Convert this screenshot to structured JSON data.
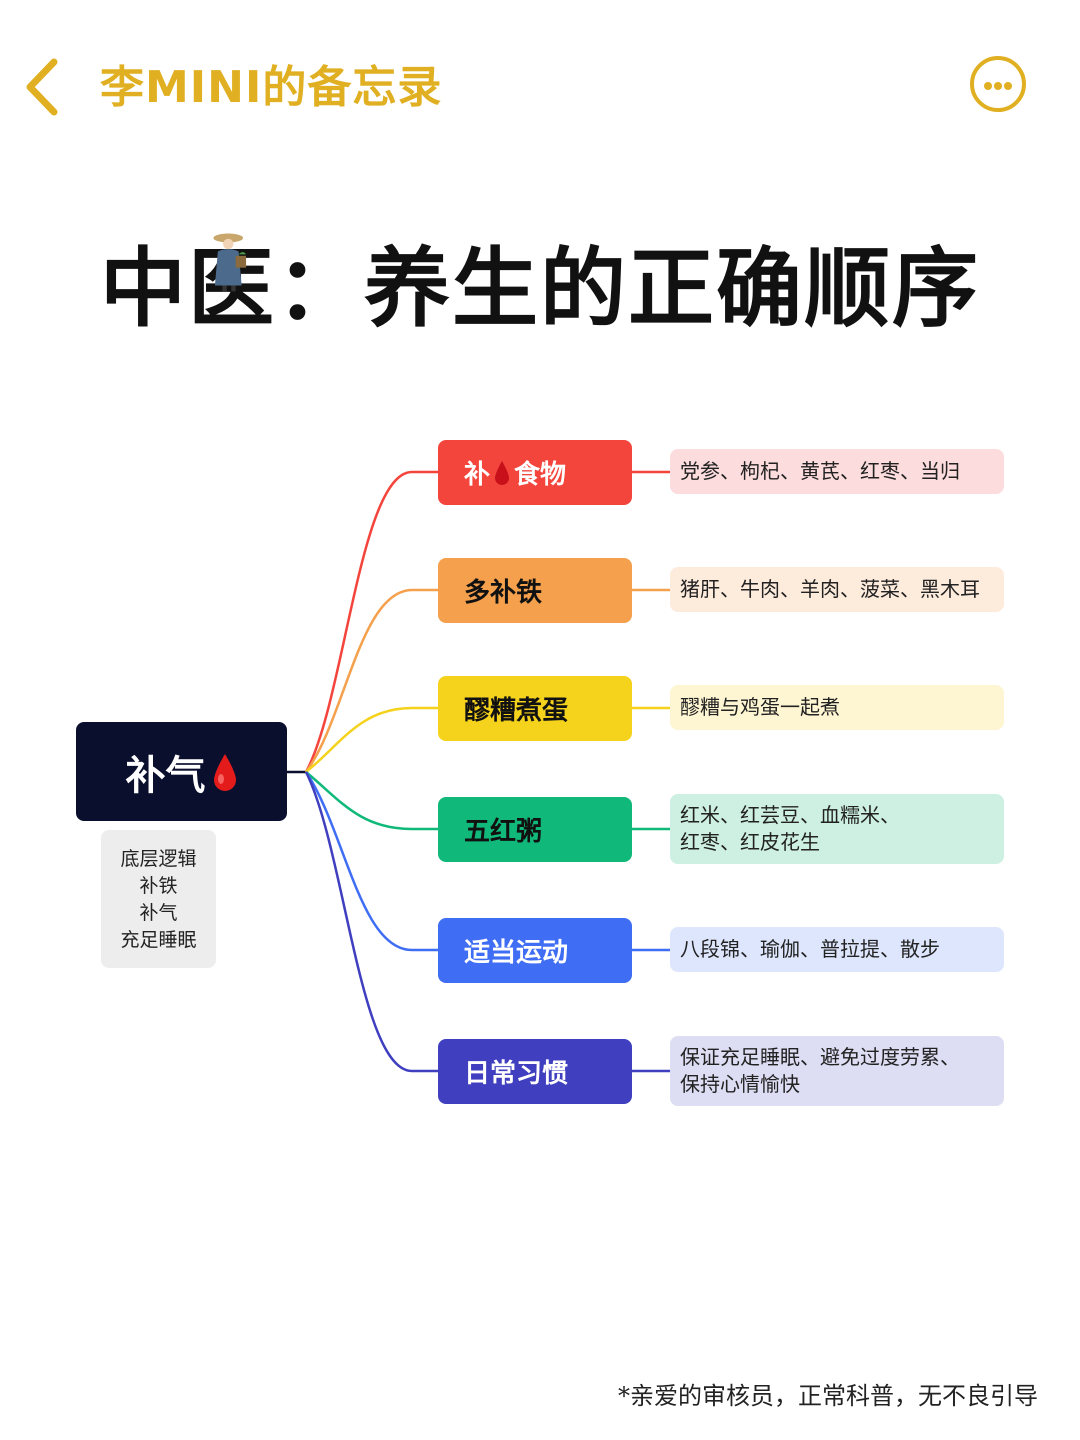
{
  "header": {
    "app_title": "李MINI的备忘录",
    "accent_color": "#E0B022",
    "back_icon": "chevron-left-icon",
    "more_icon": "more-dots-icon"
  },
  "main_title": {
    "char1": "中",
    "char2": "医",
    "rest": "：养生的正确顺序"
  },
  "root": {
    "label": "补气",
    "icon": "blood-drop-icon",
    "note_lines": [
      "底层逻辑",
      "补铁",
      "补气",
      "充足睡眠"
    ]
  },
  "branches": [
    {
      "label_part1": "补",
      "label_part2": "食物",
      "icon": "blood-drop-icon",
      "detail": "党参、枸杞、黄芪、红枣、当归",
      "color": "#F4453D",
      "text_color": "#ffffff",
      "leaf_color": "#FCDCDC"
    },
    {
      "label": "多补铁",
      "detail": "猪肝、牛肉、羊肉、菠菜、黑木耳",
      "color": "#F5A04C",
      "text_color": "#111111",
      "leaf_color": "#FDEBDC"
    },
    {
      "label": "醪糟煮蛋",
      "detail": "醪糟与鸡蛋一起煮",
      "color": "#F5D21C",
      "text_color": "#111111",
      "leaf_color": "#FEF5D3"
    },
    {
      "label": "五红粥",
      "detail": "红米、红芸豆、血糯米、\n红枣、红皮花生",
      "color": "#10B97A",
      "text_color": "#111111",
      "leaf_color": "#CDF0E2"
    },
    {
      "label": "适当运动",
      "detail": "八段锦、瑜伽、普拉提、散步",
      "color": "#3F6EF5",
      "text_color": "#ffffff",
      "leaf_color": "#DDE6FC"
    },
    {
      "label": "日常习惯",
      "detail": "保证充足睡眠、避免过度劳累、\n保持心情愉快",
      "color": "#3F3FBF",
      "text_color": "#ffffff",
      "leaf_color": "#DDDDF3"
    }
  ],
  "disclaimer": "*亲爱的审核员，正常科普，无不良引导"
}
